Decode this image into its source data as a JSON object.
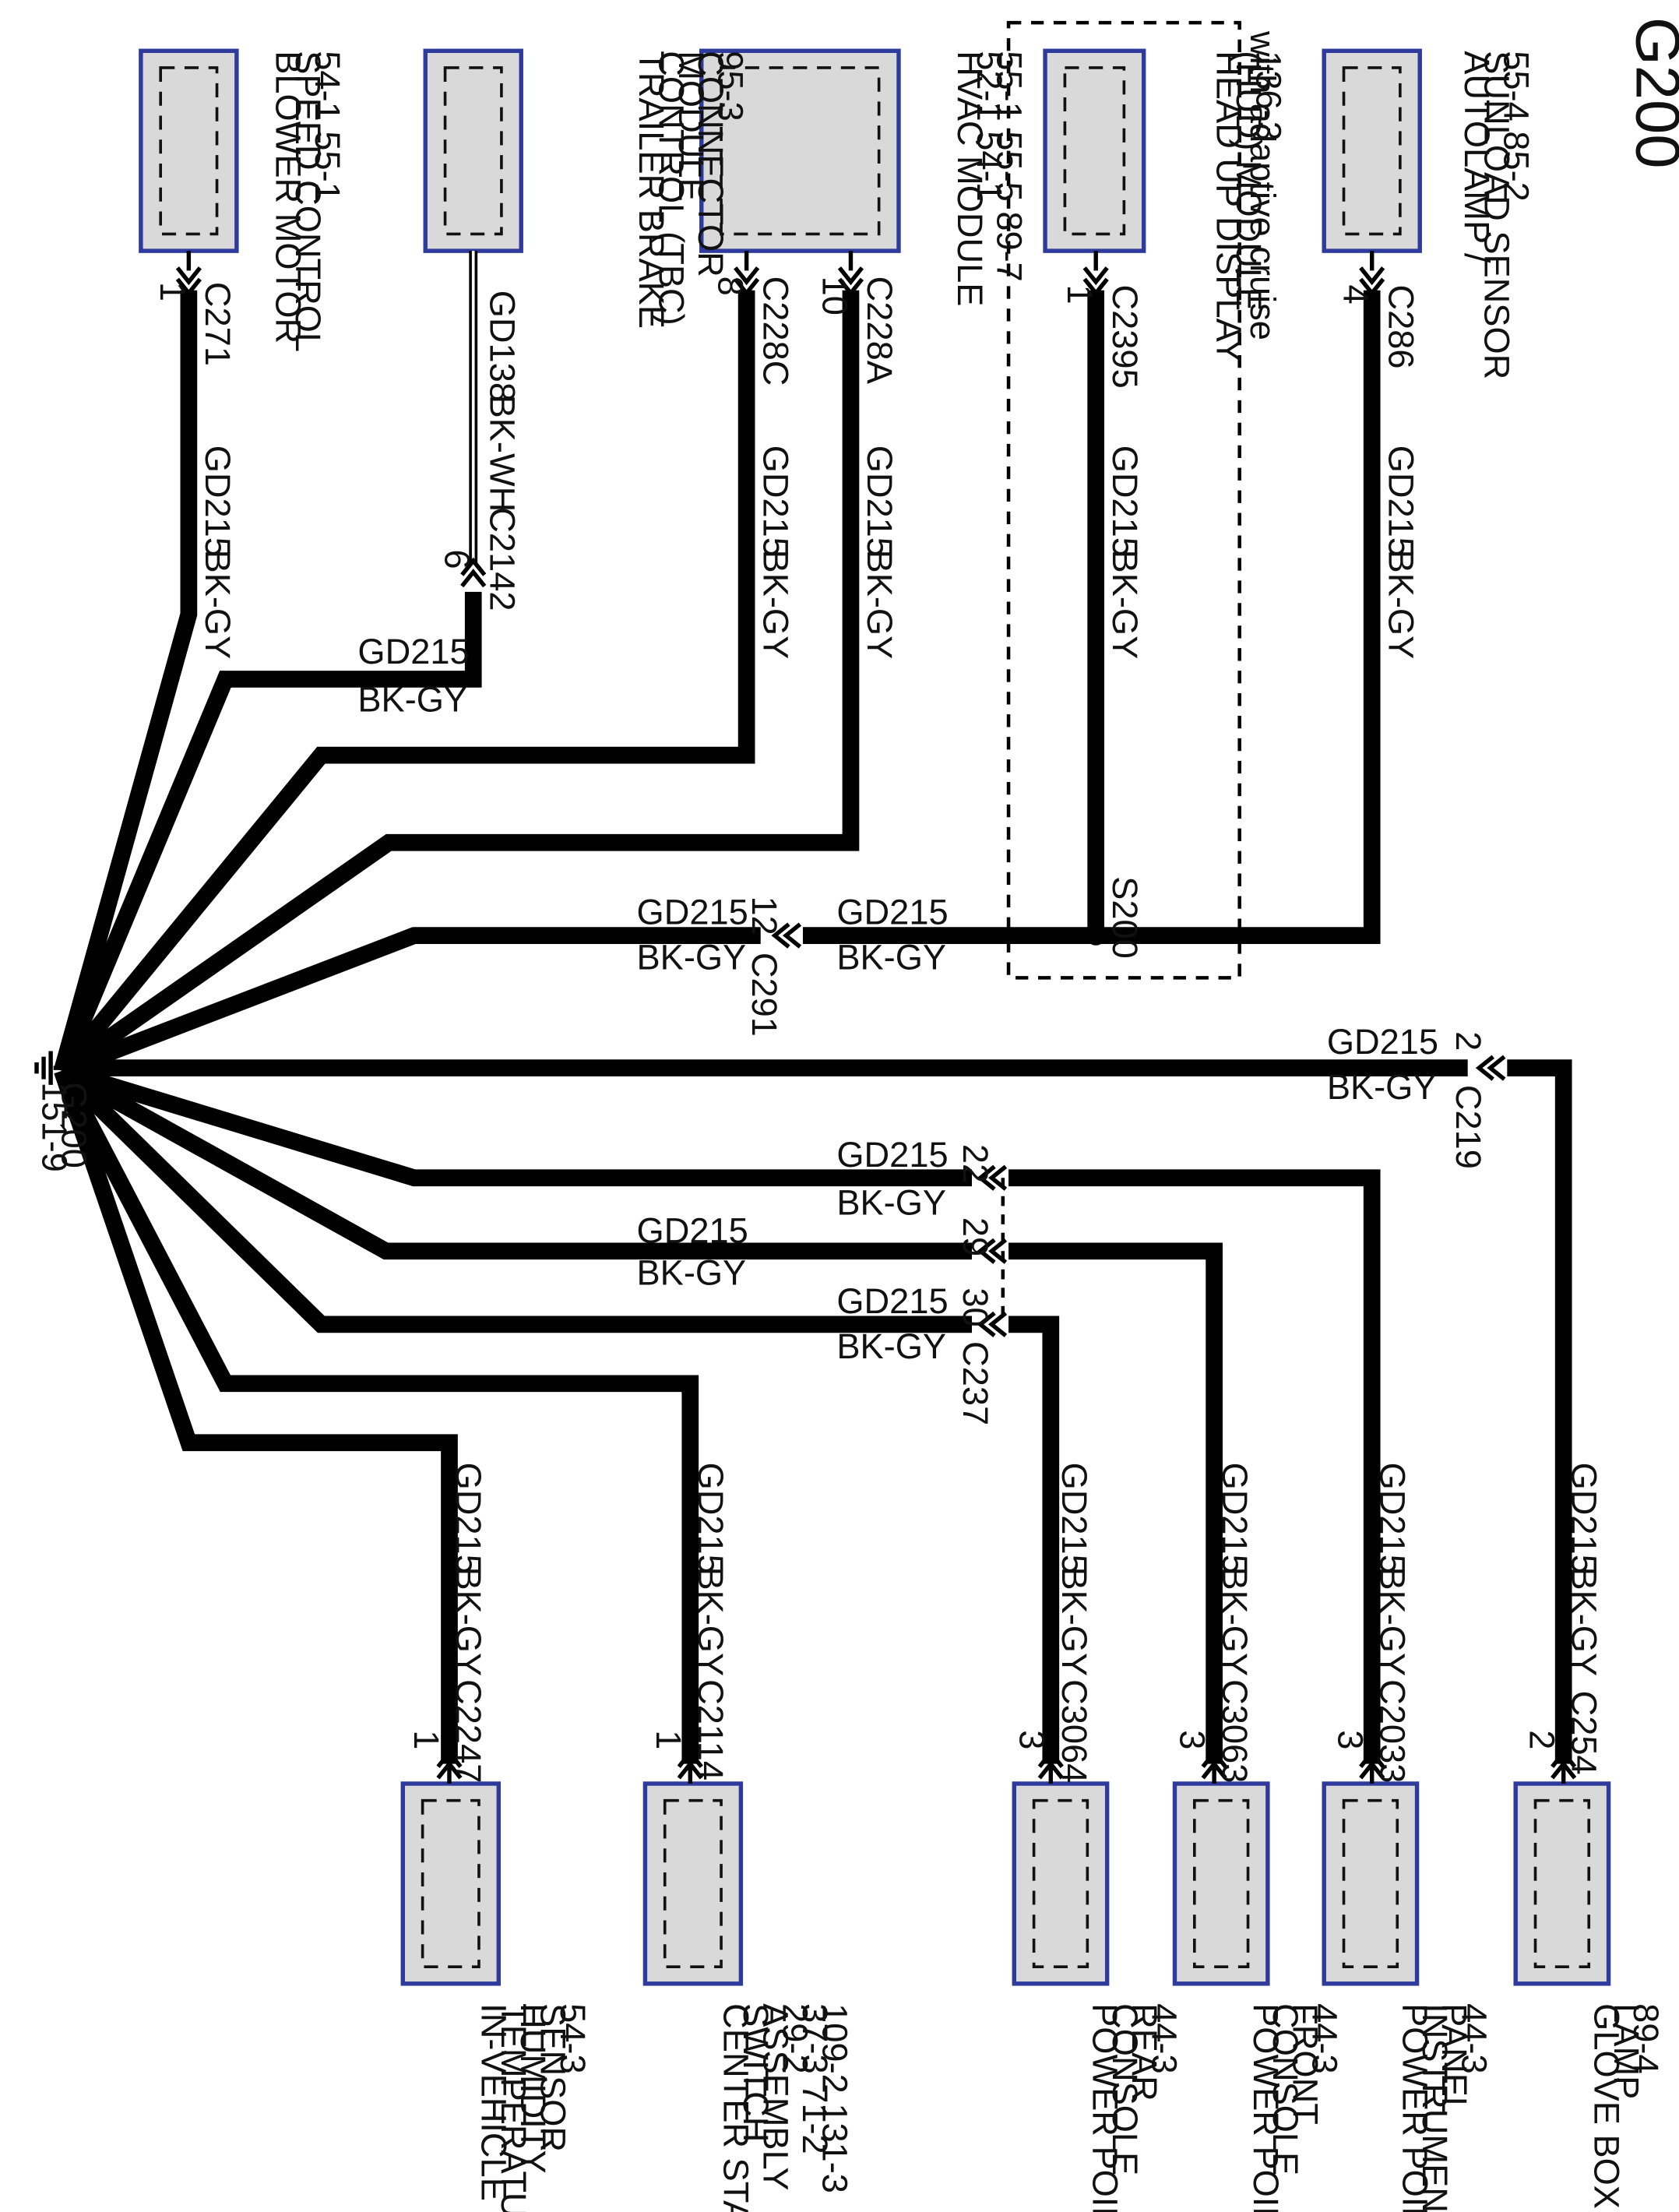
{
  "title": "G200",
  "ground": {
    "id": "G200",
    "page": "151-9"
  },
  "option_label": "with adaptive cruise",
  "components": {
    "blower": {
      "lines": [
        "BLOWER MOTOR",
        "SPEED CONTROL",
        "54-1    55-1"
      ]
    },
    "tbc": {
      "lines": [
        "TRAILER BRAKE",
        "CONTROL (TBC)",
        "MODULE",
        "CONNECTOR",
        "95-3"
      ]
    },
    "hvac": {
      "lines": [
        "HVAC MODULE",
        "52-1        54-1",
        "55-1        55-5   89-7"
      ]
    },
    "hud": {
      "lines": [
        "HEAD UP DISPLAY",
        "(HUD) MODULE",
        "136-3"
      ]
    },
    "autolamp": {
      "lines": [
        "AUTOLAMP /",
        "SUNLOAD SENSOR",
        "55-4   85-2"
      ]
    },
    "invehicle": {
      "lines": [
        "IN-VEHICLE",
        "TEMPERATURE /",
        "HUMIDITY",
        "SENSOR",
        "54-3"
      ]
    },
    "centerstack": {
      "lines": [
        "CENTER STACK",
        "SWITCH",
        "ASSEMBLY",
        "29-2",
        "37-3        71-2",
        "109-2     131-3"
      ]
    },
    "pp_rear": {
      "lines": [
        "POWER POINT,",
        "CONSOLE",
        "REAR",
        "44-3"
      ]
    },
    "pp_front": {
      "lines": [
        "POWER POINT,",
        "CONSOLE",
        "FRONT",
        "44-3"
      ]
    },
    "pp_panel": {
      "lines": [
        "POWER POINT,",
        "INSTRUMENT",
        "PANEL",
        "44-3"
      ]
    },
    "glovebox": {
      "lines": [
        "GLOVE BOX",
        "LAMP",
        "89-4"
      ]
    }
  },
  "connectors": {
    "c271": {
      "name": "C271",
      "pin": "1"
    },
    "c228c": {
      "name": "C228C",
      "pin": "8"
    },
    "c228a": {
      "name": "C228A",
      "pin": "10"
    },
    "c2395": {
      "name": "C2395",
      "pin": "1"
    },
    "c286": {
      "name": "C286",
      "pin": "4"
    },
    "c2142": {
      "name": "C2142",
      "pin": "6"
    },
    "c291": {
      "name": "C291",
      "pin": "12"
    },
    "c219": {
      "name": "C219",
      "pin": "2"
    },
    "c237": {
      "name": "C237",
      "pins": [
        "22",
        "29",
        "30"
      ]
    },
    "c2247": {
      "name": "C2247",
      "pin": "1"
    },
    "c2114": {
      "name": "C2114",
      "pin": "1"
    },
    "c3064": {
      "name": "C3064",
      "pin": "3"
    },
    "c3063": {
      "name": "C3063",
      "pin": "3"
    },
    "c2033": {
      "name": "C2033",
      "pin": "3"
    },
    "c254": {
      "name": "C254",
      "pin": "2"
    }
  },
  "splice": {
    "name": "S200"
  },
  "wires": {
    "main_circuit": "GD215",
    "main_color": "BK-GY",
    "tbc_circuit": "GD138",
    "tbc_color": "BK-WH"
  }
}
